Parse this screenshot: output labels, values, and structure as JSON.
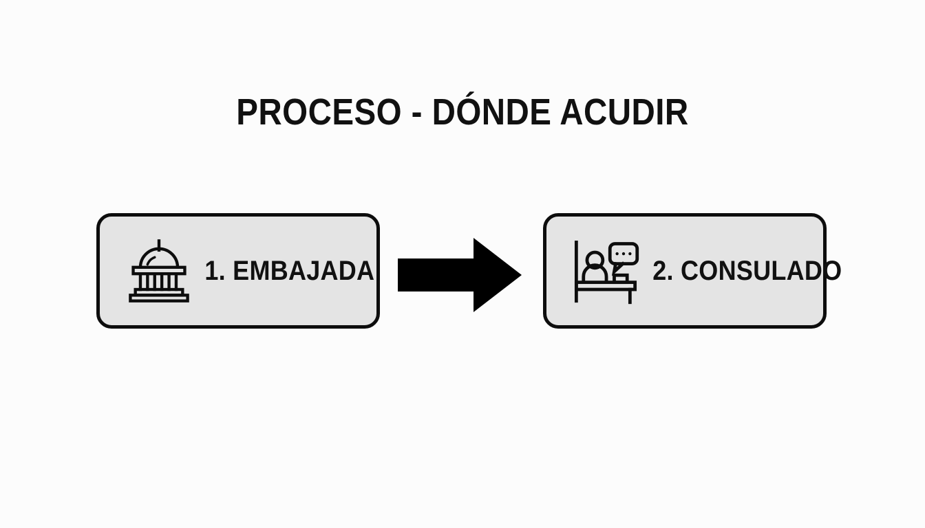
{
  "slide": {
    "title": "PROCESO - DÓNDE ACUDIR",
    "background_color": "#fcfcfc",
    "text_color": "#111111"
  },
  "flow": {
    "arrow": {
      "icon": "arrow-right-icon",
      "direction": "right",
      "color": "#000000"
    },
    "steps": [
      {
        "number": "1.",
        "label": "1. EMBAJADA",
        "icon": "embassy-building-icon",
        "box_fill": "#e4e4e4",
        "box_border": "#0d0d0d"
      },
      {
        "number": "2.",
        "label": "2. CONSULADO",
        "icon": "consulate-desk-officer-icon",
        "box_fill": "#e4e4e4",
        "box_border": "#0d0d0d"
      }
    ]
  }
}
